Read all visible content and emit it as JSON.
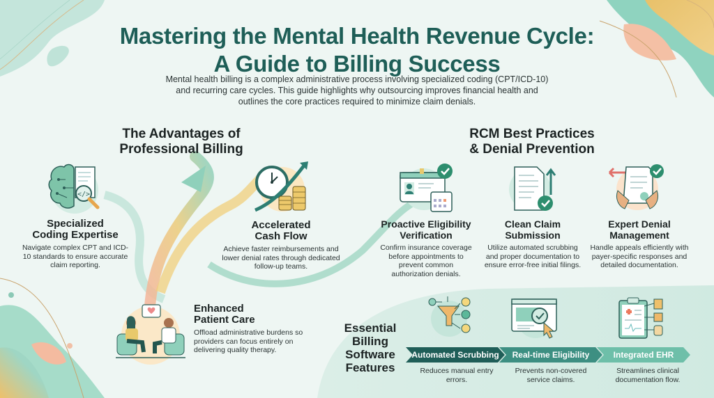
{
  "header": {
    "title_line1": "Mastering the Mental Health Revenue Cycle:",
    "title_line2": "A Guide to Billing Success",
    "intro": "Mental health billing is a complex administrative process involving specialized coding (CPT/ICD-10) and recurring care cycles. This guide highlights why outsourcing improves financial health and outlines the core practices required to minimize claim denials."
  },
  "advantages": {
    "heading_line1": "The Advantages of",
    "heading_line2": "Professional Billing",
    "items": [
      {
        "icon": "brain-code-icon",
        "title_line1": "Specialized",
        "title_line2": "Coding Expertise",
        "text": "Navigate complex CPT and ICD-10 standards to ensure accurate claim reporting."
      },
      {
        "icon": "clock-coins-icon",
        "title_line1": "Accelerated",
        "title_line2": "Cash Flow",
        "text": "Achieve faster reimbursements and lower denial rates through dedicated follow-up teams."
      },
      {
        "icon": "therapy-session-icon",
        "title_line1": "Enhanced",
        "title_line2": "Patient Care",
        "text": "Offload administrative burdens so providers can focus entirely on delivering quality therapy."
      }
    ]
  },
  "rcm": {
    "heading_line1": "RCM Best Practices",
    "heading_line2": "& Denial Prevention",
    "items": [
      {
        "icon": "id-card-calendar-icon",
        "title_line1": "Proactive Eligibility",
        "title_line2": "Verification",
        "text": "Confirm insurance coverage before appointments to prevent common authorization denials."
      },
      {
        "icon": "document-check-icon",
        "title_line1": "Clean Claim",
        "title_line2": "Submission",
        "text": "Utilize automated scrubbing and proper documentation to ensure error-free initial filings."
      },
      {
        "icon": "hands-document-icon",
        "title_line1": "Expert Denial",
        "title_line2": "Management",
        "text": "Handle appeals efficiently with payer-specific responses and detailed documentation."
      }
    ]
  },
  "software": {
    "heading_line1": "Essential",
    "heading_line2": "Billing",
    "heading_line3": "Software",
    "heading_line4": "Features",
    "features": [
      {
        "icon": "funnel-icon",
        "label": "Automated Scrubbing",
        "text": "Reduces manual entry errors.",
        "color": "#1f5e58"
      },
      {
        "icon": "browser-check-icon",
        "label": "Real-time Eligibility",
        "text": "Prevents non-covered service claims.",
        "color": "#3d8f82"
      },
      {
        "icon": "clipboard-ehr-icon",
        "label": "Integrated EHR",
        "text": "Streamlines clinical documentation flow.",
        "color": "#6ebfa9"
      }
    ]
  },
  "colors": {
    "title": "#1e5e57",
    "teal": "#2f7e73",
    "mint": "#9fd8c6",
    "gold": "#e9c36b",
    "peach": "#f3b79a",
    "background": "#eef6f3"
  }
}
